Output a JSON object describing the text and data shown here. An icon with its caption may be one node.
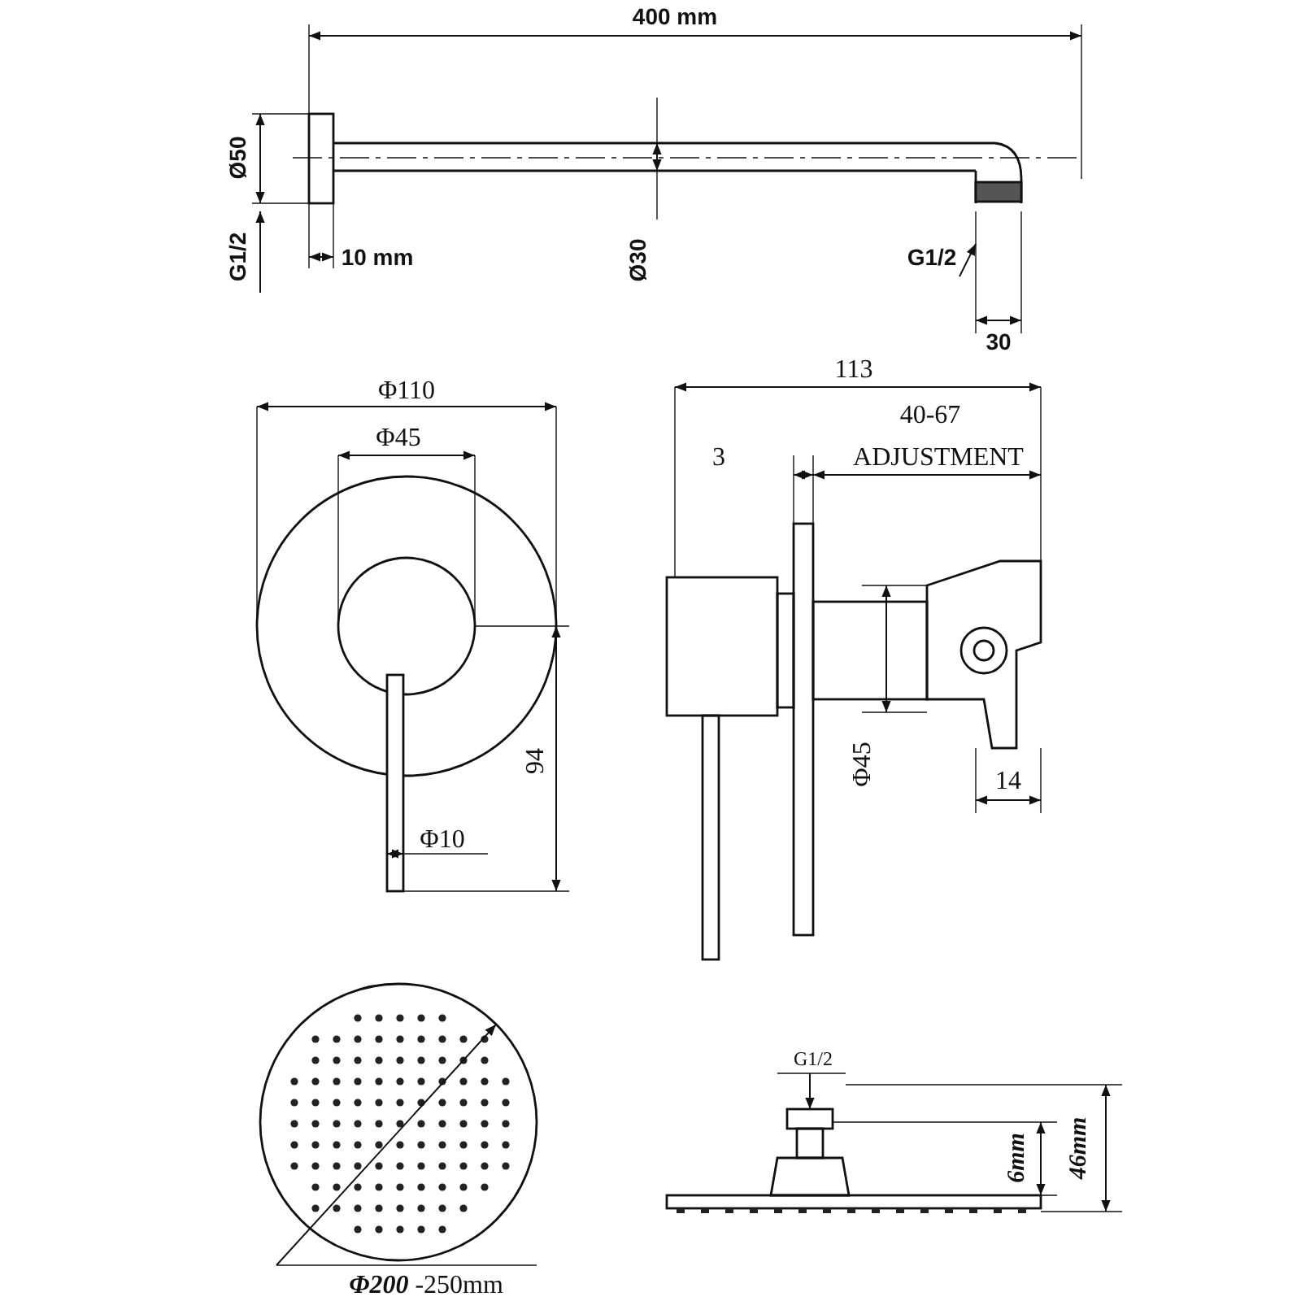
{
  "diagram": {
    "labels": [
      "400 mm",
      "Ø50",
      "G1/2",
      "10 mm",
      "Ø30",
      "G1/2",
      "30",
      "Φ110",
      "Φ45",
      "Φ10",
      "94",
      "113",
      "3",
      "40-67",
      "ADJUSTMENT",
      "Φ45",
      "14",
      "G1/2",
      "6mm",
      "46mm",
      "**Φ200** -250mm"
    ]
  }
}
